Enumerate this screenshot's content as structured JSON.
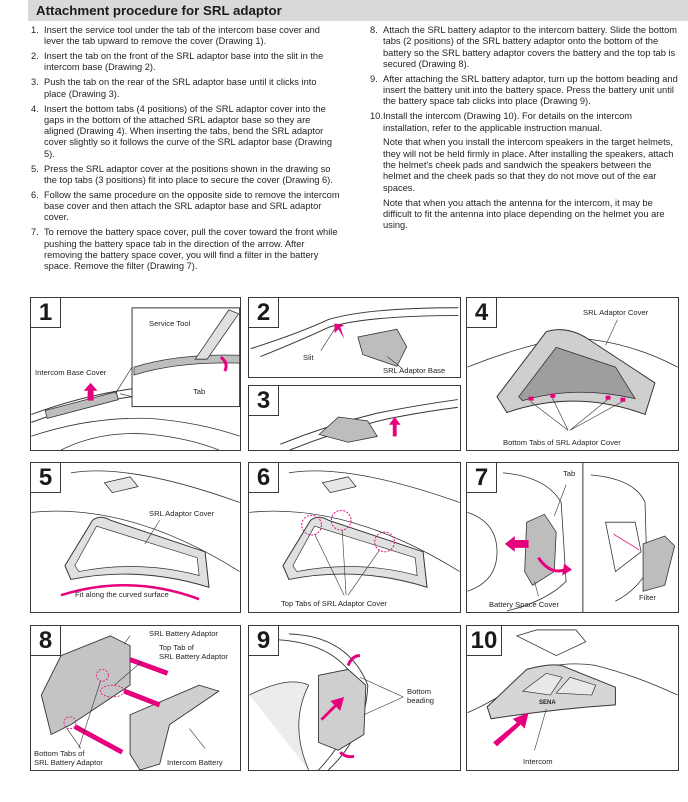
{
  "header": {
    "title": "Attachment procedure for SRL adaptor"
  },
  "steps_left": [
    {
      "num": "1.",
      "paragraphs": [
        "Insert the service tool under the tab of the intercom base cover and lever the tab upward to remove the cover (Drawing 1)."
      ]
    },
    {
      "num": "2.",
      "paragraphs": [
        "Insert the tab on the front of the SRL adaptor base into the slit in the intercom base (Drawing 2)."
      ]
    },
    {
      "num": "3.",
      "paragraphs": [
        "Push the tab on the rear of the SRL adaptor base until it clicks into place (Drawing 3)."
      ]
    },
    {
      "num": "4.",
      "paragraphs": [
        "Insert the bottom tabs (4 positions) of the SRL adaptor cover into the gaps in the bottom of the attached SRL adaptor base so they are aligned (Drawing 4). When inserting the tabs, bend the SRL adaptor cover slightly so it follows the curve of the SRL adaptor base (Drawing 5)."
      ]
    },
    {
      "num": "5.",
      "paragraphs": [
        "Press the SRL adaptor cover at the positions shown in the drawing so the top tabs (3 positions) fit into place to secure the cover (Drawing 6)."
      ]
    },
    {
      "num": "6.",
      "paragraphs": [
        "Follow the same procedure on the opposite side to remove the intercom base cover and then attach the SRL adaptor base and SRL adaptor cover."
      ]
    },
    {
      "num": "7.",
      "paragraphs": [
        "To remove the battery space cover, pull the cover toward the front while pushing the battery space tab in the direction of the arrow. After removing the battery space cover, you will find a filter in the battery space. Remove the filter (Drawing 7)."
      ]
    }
  ],
  "steps_right": [
    {
      "num": "8.",
      "paragraphs": [
        "Attach the SRL battery adaptor to the intercom battery. Slide the bottom tabs (2 positions) of the SRL battery adaptor onto the bottom of the battery so the SRL battery adaptor covers the battery and the top tab is secured (Drawing 8)."
      ]
    },
    {
      "num": "9.",
      "paragraphs": [
        "After attaching the SRL battery adaptor, turn up the bottom beading and insert the battery unit into the battery space. Press the battery unit until the battery space tab clicks into place (Drawing 9)."
      ]
    },
    {
      "num": "10.",
      "paragraphs": [
        "Install the intercom (Drawing 10). For details on the intercom installation, refer to the applicable instruction manual.",
        "Note that when you install the intercom speakers in the target helmets, they will not be held firmly in place. After installing the speakers, attach the helmet's cheek pads and sandwich the speakers between the helmet and the cheek pads so that they do not move out of the ear spaces.",
        "Note that when you attach the antenna for the intercom, it may be difficult to fit the antenna into place depending on the helmet you are using."
      ]
    }
  ],
  "drawings": {
    "d1": {
      "number": "1",
      "labels": {
        "service_tool": "Service Tool",
        "tab": "Tab",
        "intercom_base_cover": "Intercom Base Cover"
      }
    },
    "d2": {
      "number": "2",
      "labels": {
        "slit": "Slit",
        "srl_adaptor_base": "SRL Adaptor Base"
      }
    },
    "d3": {
      "number": "3"
    },
    "d4": {
      "number": "4",
      "labels": {
        "srl_adaptor_cover": "SRL Adaptor Cover",
        "bottom_tabs": "Bottom Tabs of SRL Adaptor Cover"
      }
    },
    "d5": {
      "number": "5",
      "labels": {
        "srl_adaptor_cover": "SRL Adaptor Cover",
        "fit_curved": "Fit along the curved surface"
      }
    },
    "d6": {
      "number": "6",
      "labels": {
        "top_tabs": "Top Tabs of SRL Adaptor Cover"
      }
    },
    "d7": {
      "number": "7",
      "labels": {
        "tab": "Tab",
        "battery_space_cover": "Battery Space Cover",
        "filter": "Filter"
      }
    },
    "d8": {
      "number": "8",
      "labels": {
        "srl_battery_adaptor": "SRL Battery Adaptor",
        "top_tab_line1": "Top Tab of",
        "top_tab_line2": "SRL Battery Adaptor",
        "bottom_tabs_line1": "Bottom Tabs of",
        "bottom_tabs_line2": "SRL Battery Adaptor",
        "intercom_battery": "Intercom Battery"
      }
    },
    "d9": {
      "number": "9",
      "labels": {
        "bottom_line1": "Bottom",
        "bottom_line2": "beading"
      }
    },
    "d10": {
      "number": "10",
      "labels": {
        "intercom": "Intercom",
        "brand": "SENA"
      }
    }
  },
  "colors": {
    "accent_magenta": "#e6007e",
    "header_bg": "#d9d9d9",
    "part_gray": "#bdbdbd"
  }
}
